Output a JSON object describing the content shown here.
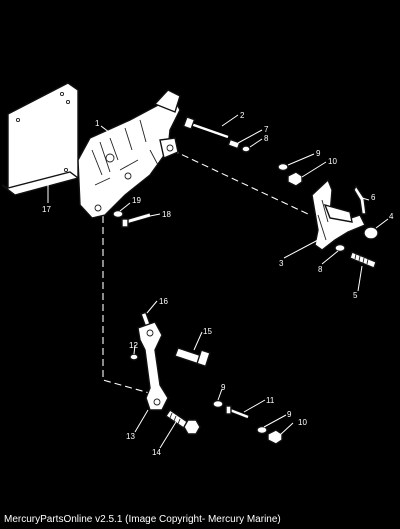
{
  "caption": "MercuryPartsOnline v2.5.1 (Image Copyright- Mercury Marine)",
  "callouts": [
    "1",
    "2",
    "7",
    "8",
    "9",
    "10",
    "19",
    "18",
    "17",
    "6",
    "4",
    "3",
    "8",
    "5",
    "16",
    "15",
    "12",
    "9",
    "11",
    "9",
    "10",
    "13",
    "14"
  ]
}
